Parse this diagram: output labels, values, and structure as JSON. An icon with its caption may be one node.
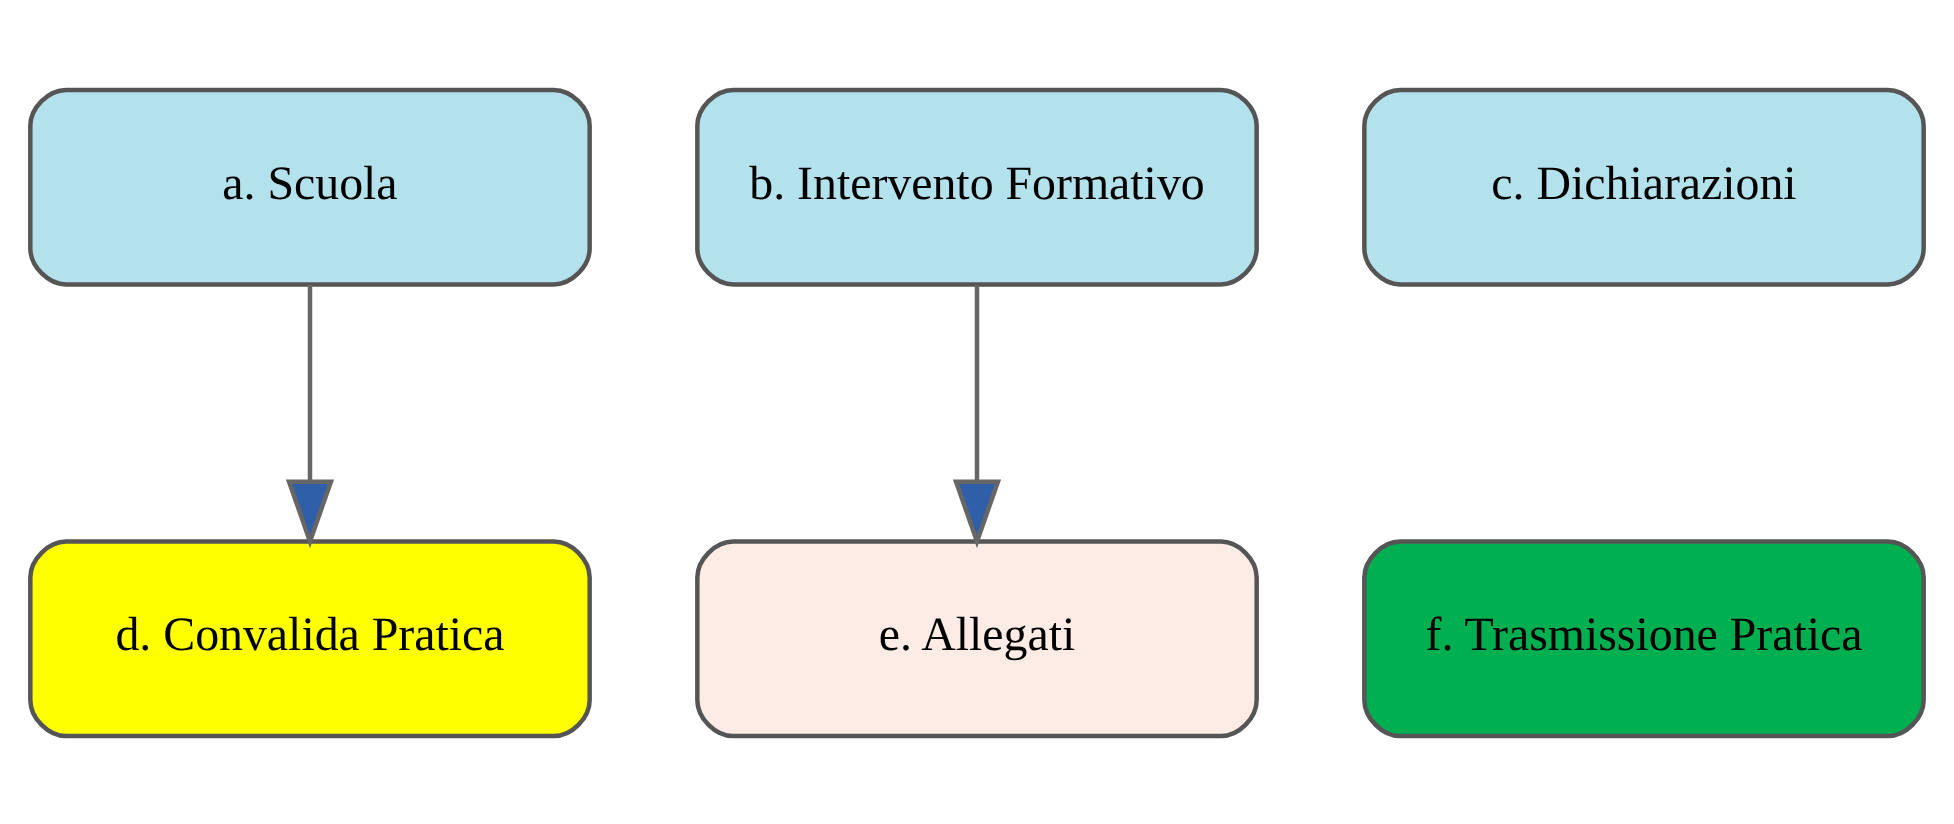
{
  "diagram": {
    "nodes": [
      {
        "text": [
          "a. Scuola"
        ]
      },
      {
        "text": [
          "b. Intervento Formativo"
        ]
      },
      {
        "text": [
          "c. Dichiarazioni"
        ]
      },
      {
        "text": [
          "d. Convalida Pratica"
        ]
      },
      {
        "text": [
          "e. Allegati"
        ]
      },
      {
        "text": [
          "f. Trasmissione Pratica"
        ]
      }
    ],
    "edges": [
      {
        "from": 0,
        "to": 3,
        "arrow": "to"
      },
      {
        "from": 1,
        "to": 4,
        "arrow": "to"
      }
    ]
  }
}
